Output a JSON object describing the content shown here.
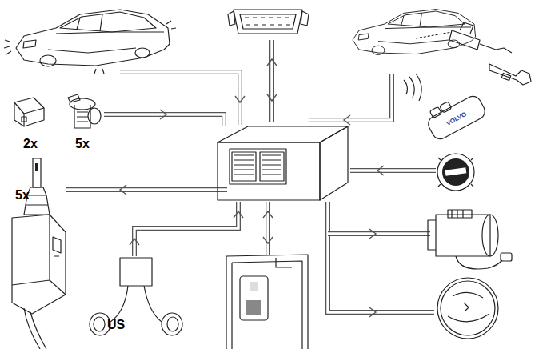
{
  "diagram": {
    "labels": [
      "VOLVO",
      "2x",
      "5x",
      "5x",
      "US"
    ]
  }
}
